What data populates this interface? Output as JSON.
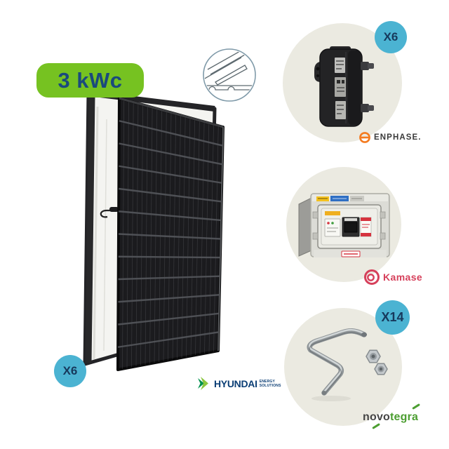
{
  "kit": {
    "power_label": "3 kWc"
  },
  "panels": {
    "count_badge": "X6",
    "brand_name": "HYUNDAI",
    "brand_sub_line1": "ENERGY",
    "brand_sub_line2": "SOLUTIONS"
  },
  "microinverters": {
    "count_badge": "X6",
    "brand_name": "ENPHASE."
  },
  "protection_box": {
    "brand_name": "Kamase"
  },
  "mounting_kit": {
    "count_badge": "X14",
    "brand_name_prefix": "novo",
    "brand_name_suffix": "tegra"
  },
  "icons": {
    "rail_profile": "rail-profile-icon",
    "enphase_mark": "enphase-theta-icon",
    "kamase_mark": "kamase-rings-icon",
    "hyundai_mark": "hyundai-arrow-icon"
  },
  "colors": {
    "badge-green": "#76C221",
    "badge-text-navy": "#1A4A7D",
    "count-badge-blue": "#4BB3D2",
    "count-badge-text": "#17395C",
    "circle-beige": "#EBEAE1",
    "enphase-orange": "#F47B20",
    "enphase-text": "#3A3A3A",
    "kamase-red": "#D6405B",
    "novotegra-green": "#4C9E31",
    "novotegra-gray": "#454545",
    "hyundai-blue": "#0B3E75",
    "hyundai-green-dark": "#00914E",
    "hyundai-green-light": "#8CC63E",
    "panel-black": "#1B1B1E"
  }
}
